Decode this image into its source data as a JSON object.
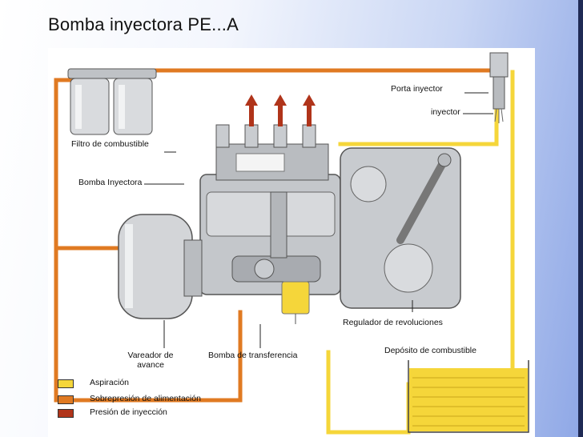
{
  "title": "Bomba inyectora PE...A",
  "labels": {
    "porta_inyector": "Porta inyector",
    "inyector": "inyector",
    "filtro": "Filtro de combustible",
    "bomba_inyectora": "Bomba Inyectora",
    "regulador": "Regulador de revoluciones",
    "deposito": "Depósito de combustible",
    "variador_line1": "Vareador de",
    "variador_line2": "avance",
    "bomba_transferencia": "Bomba de transferencia"
  },
  "legend": [
    {
      "label": "Aspiración",
      "color": "#f5d63a"
    },
    {
      "label": "Sobrepresión de alimentación",
      "color": "#e07a22"
    },
    {
      "label": "Presión de inyección",
      "color": "#b0341a"
    }
  ],
  "colors": {
    "aspiracion": "#f5d63a",
    "sobrepresion": "#e07a22",
    "inyeccion": "#b0341a",
    "metal": "#c9ccd0",
    "metal_dark": "#8d9196"
  }
}
